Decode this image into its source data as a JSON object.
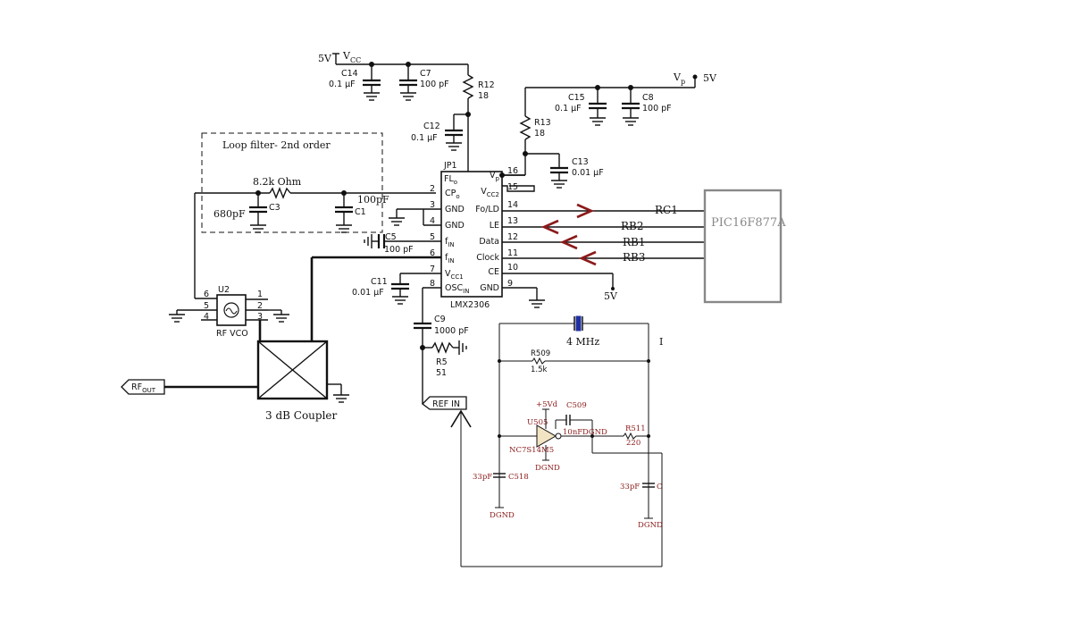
{
  "supplies": {
    "vcc_volt": "5V",
    "vcc_label": "V",
    "vcc_sub": "CC",
    "vp_volt": "5V",
    "vp_label": "V",
    "vp_sub": "p"
  },
  "components": {
    "c14": {
      "ref": "C14",
      "value": "0.1 µF"
    },
    "c7": {
      "ref": "C7",
      "value": "100 pF"
    },
    "r12": {
      "ref": "R12",
      "value": "18"
    },
    "c12": {
      "ref": "C12",
      "value": "0.1 µF"
    },
    "c15": {
      "ref": "C15",
      "value": "0.1 µF"
    },
    "c8": {
      "ref": "C8",
      "value": "100 pF"
    },
    "r13": {
      "ref": "R13",
      "value": "18"
    },
    "c13": {
      "ref": "C13",
      "value": "0.01 µF"
    },
    "r_loop": {
      "value": "8.2k Ohm"
    },
    "c3": {
      "ref": "C3",
      "value": "680pF"
    },
    "c1": {
      "ref": "C1",
      "value": "100pF"
    },
    "c5": {
      "ref": "C5",
      "value": "100 pF"
    },
    "c11": {
      "ref": "C11",
      "value": "0.01 µF"
    },
    "c9": {
      "ref": "C9",
      "value": "1000 pF"
    },
    "r5": {
      "ref": "R5",
      "value": "51"
    },
    "jp1": "JP1"
  },
  "loop_filter": {
    "title": "Loop filter- 2nd order"
  },
  "ic": {
    "part": "LMX2306",
    "pins_left": [
      {
        "num": "2",
        "name": "CP",
        "sub": "o"
      },
      {
        "num": "3",
        "name": "GND",
        "sub": ""
      },
      {
        "num": "4",
        "name": "GND",
        "sub": ""
      },
      {
        "num": "5",
        "name": "f",
        "sub": "IN"
      },
      {
        "num": "6",
        "name": "f",
        "sub": "IN"
      },
      {
        "num": "7",
        "name": "V",
        "sub": "CC1"
      },
      {
        "num": "8",
        "name": "OSC",
        "sub": "IN"
      }
    ],
    "pin_fl": {
      "name": "FL",
      "sub": "o"
    },
    "pins_right": [
      {
        "num": "16",
        "name": "V",
        "sub": "p"
      },
      {
        "num": "15",
        "name": "V",
        "sub": "CC2"
      },
      {
        "num": "14",
        "name": "Fo/LD",
        "sub": ""
      },
      {
        "num": "13",
        "name": "LE",
        "sub": ""
      },
      {
        "num": "12",
        "name": "Data",
        "sub": ""
      },
      {
        "num": "11",
        "name": "Clock",
        "sub": ""
      },
      {
        "num": "10",
        "name": "CE",
        "sub": ""
      },
      {
        "num": "9",
        "name": "GND",
        "sub": ""
      }
    ]
  },
  "signals": [
    "RC1",
    "RB2",
    "RB1",
    "RB3"
  ],
  "ce_supply": "5V",
  "mcu": {
    "name": "PIC16F877A"
  },
  "vco": {
    "ref": "U2",
    "name": "RF VCO",
    "pins_left": [
      "6",
      "5",
      "4"
    ],
    "pins_right": [
      "1",
      "2",
      "3"
    ]
  },
  "coupler": {
    "label": "3 dB Coupler"
  },
  "rf_out": {
    "label": "RF",
    "sub": "OUT"
  },
  "ref_in": {
    "label": "REF IN"
  },
  "oscillator": {
    "crystal": "4 MHz",
    "side_label": "I",
    "r509": {
      "ref": "R509",
      "value": "1.5k"
    },
    "c509": {
      "ref": "C509",
      "value": "10nF"
    },
    "u505": {
      "ref": "U505",
      "part": "NC7S14M5"
    },
    "supply": "+5Vd",
    "r511": {
      "ref": "R511",
      "value": "220"
    },
    "c518": {
      "ref": "C518",
      "value": "33pF"
    },
    "c_right": {
      "ref": "C",
      "value": "33pF"
    },
    "gnd": "DGND"
  },
  "colors": {
    "arrow": "#8b1a1a",
    "wire": "#111111",
    "crystal": "#2030a0",
    "mcu_border": "#888888"
  }
}
